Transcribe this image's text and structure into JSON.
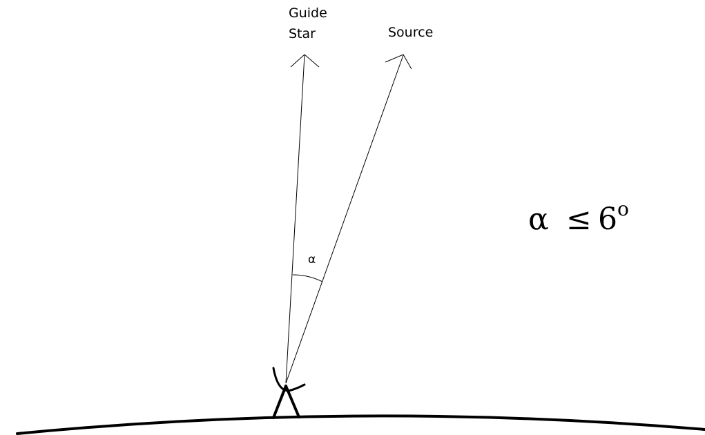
{
  "labels": {
    "guide_star_line1": "Guide",
    "guide_star_line2": "Star",
    "source": "Source",
    "angle_symbol": "α"
  },
  "formula": {
    "lhs": "α",
    "relation": "≤",
    "value": "6",
    "superscript": "o"
  },
  "colors": {
    "stroke": "#000000",
    "background": "#ffffff"
  }
}
